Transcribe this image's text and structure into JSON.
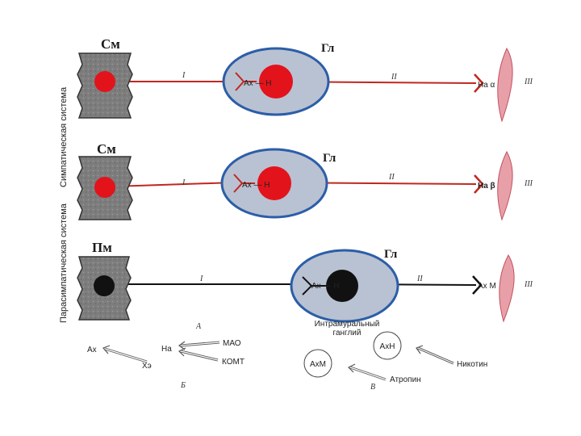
{
  "side_labels": {
    "sympathetic": "Симпатическая система",
    "parasympathetic": "Парасимпатическая система"
  },
  "rows": [
    {
      "center": "См",
      "ganglion": "Гл",
      "synapse": "Ах — Н",
      "fiber1": "I",
      "fiber2": "II",
      "target_receptor": "На α",
      "target_num": "III"
    },
    {
      "center": "См",
      "ganglion": "Гл",
      "synapse": "Ах — Н",
      "fiber1": "I",
      "fiber2": "II",
      "target_receptor": "На β",
      "target_num": "III"
    },
    {
      "center": "Пм",
      "ganglion": "Гл",
      "synapse": "Ах — Н",
      "fiber1": "I",
      "fiber2": "II",
      "target_receptor": "Ах М",
      "target_num": "III",
      "ganglion_caption_1": "Интрамуральный",
      "ganglion_caption_2": "ганглий"
    }
  ],
  "legend": {
    "A": "А",
    "B": "Б",
    "V": "В",
    "ax": "Ах",
    "hz": "Хэ",
    "na": "На",
    "mao": "МАО",
    "komt": "КОМТ",
    "axm": "АхМ",
    "axn": "АхН",
    "atropine": "Атропин",
    "nicotine": "Никотин"
  },
  "colors": {
    "sympathetic_fiber": "#c0271f",
    "parasympathetic_fiber": "#111111",
    "cell_fill": "#7d7d7d",
    "ganglion_fill": "#b9c2d2",
    "ganglion_ring": "#2c5ea8",
    "nucleus_red": "#e3131b",
    "nucleus_black": "#111111",
    "muscle": "#e8a0a8"
  }
}
